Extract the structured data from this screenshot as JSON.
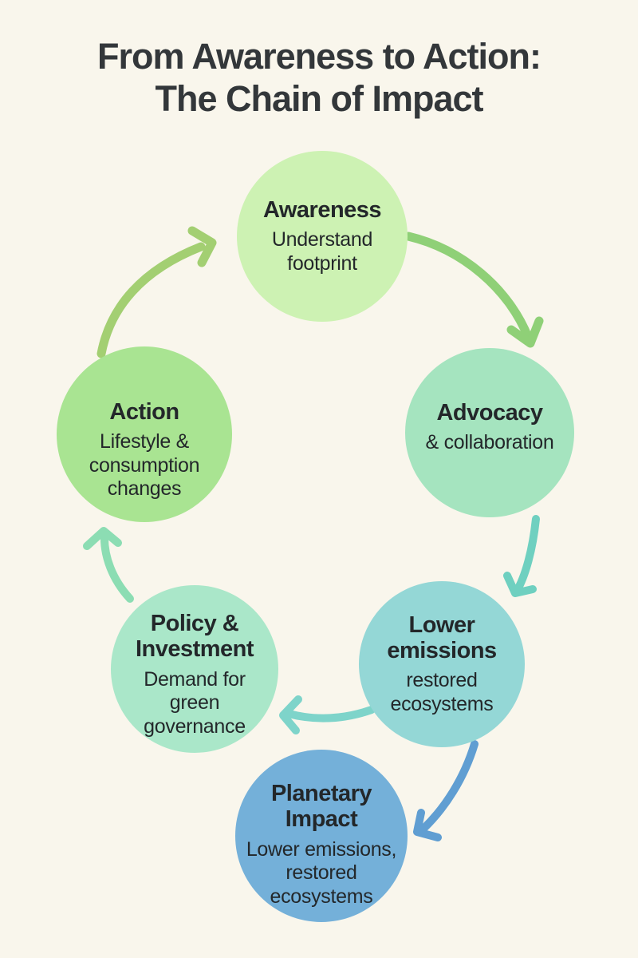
{
  "page": {
    "background": "#f9f6ec",
    "title_color": "#33373a",
    "node_text_color": "#23272a"
  },
  "title": "From Awareness to Action:\nThe Chain of Impact",
  "nodes": [
    {
      "id": "awareness",
      "title": "Awareness",
      "subtitle": "Understand\nfootprint",
      "color": "#cdf2b3"
    },
    {
      "id": "advocacy",
      "title": "Advocacy",
      "subtitle": "& collaboration",
      "color": "#a5e4bf"
    },
    {
      "id": "lower-emissions",
      "title": "Lower\nemissions",
      "subtitle": "restored\necosystems",
      "color": "#94d7d6"
    },
    {
      "id": "planetary-impact",
      "title": "Planetary\nImpact",
      "subtitle": "Lower emissions,\nrestored\necosystems",
      "color": "#74b0d9"
    },
    {
      "id": "policy-investment",
      "title": "Policy &\nInvestment",
      "subtitle": "Demand for\ngreen\ngovernance",
      "color": "#aae7c9"
    },
    {
      "id": "action",
      "title": "Action",
      "subtitle": "Lifestyle &\nconsumption\nchanges",
      "color": "#a9e492"
    }
  ],
  "arrows": [
    {
      "name": "awareness-to-advocacy",
      "color": "#8fd077"
    },
    {
      "name": "advocacy-to-lower-emissions",
      "color": "#6fd0c0"
    },
    {
      "name": "lower-emissions-to-planetary-impact",
      "color": "#609ed2"
    },
    {
      "name": "lower-emissions-to-policy-investment",
      "color": "#7ed4ca"
    },
    {
      "name": "policy-investment-to-action",
      "color": "#8cddb3"
    },
    {
      "name": "action-to-awareness",
      "color": "#a3cf72"
    }
  ]
}
